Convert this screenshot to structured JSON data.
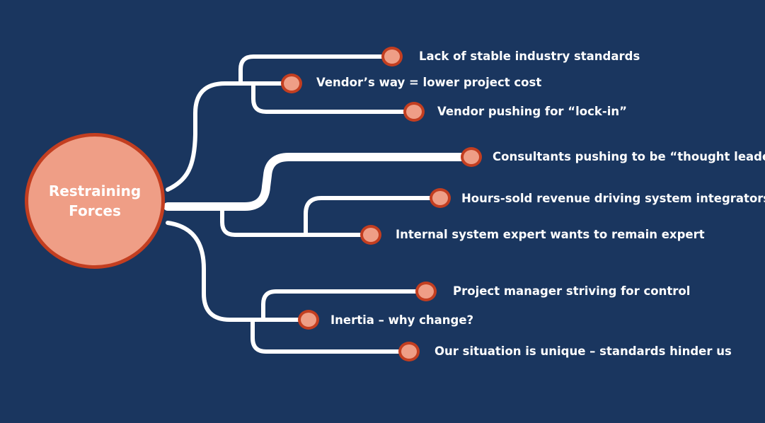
{
  "diagram": {
    "root": {
      "line1": "Restraining",
      "line2": "Forces"
    },
    "branches": [
      {
        "items": [
          "Lack of stable industry standards",
          "Vendor’s way = lower project cost",
          "Vendor pushing for “lock-in”"
        ]
      },
      {
        "items": [
          "Consultants pushing to be “thought leader”",
          "Hours-sold revenue driving system integrators",
          "Internal system expert wants to remain expert"
        ]
      },
      {
        "items": [
          "Project manager striving for control",
          "Inertia – why change?",
          "Our situation is unique – standards hinder us"
        ]
      }
    ]
  },
  "colors": {
    "background": "#1a365f",
    "connector": "#ffffff",
    "node_fill": "#ef9e86",
    "node_border": "#c33e20",
    "text": "#ffffff"
  }
}
